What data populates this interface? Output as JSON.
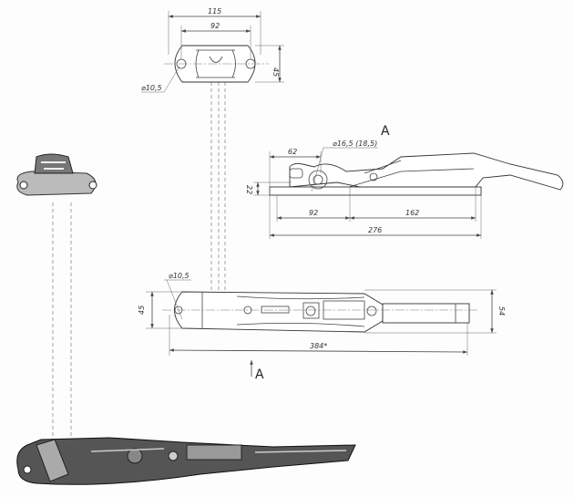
{
  "top_view": {
    "dim_overall": "115",
    "dim_holes": "92",
    "dim_height": "45",
    "hole_dia": "⌀10,5"
  },
  "side_view": {
    "view_label": "A",
    "dim_pivot": "62",
    "pivot_dia": "⌀16,5 (18,5)",
    "dim_height": "22",
    "dim_left": "92",
    "dim_right": "162",
    "dim_overall": "276"
  },
  "plan_view": {
    "hole_dia": "⌀10,5",
    "dim_left_height": "45",
    "dim_right_height": "54",
    "dim_overall": "384*",
    "view_arrow_label": "A"
  }
}
